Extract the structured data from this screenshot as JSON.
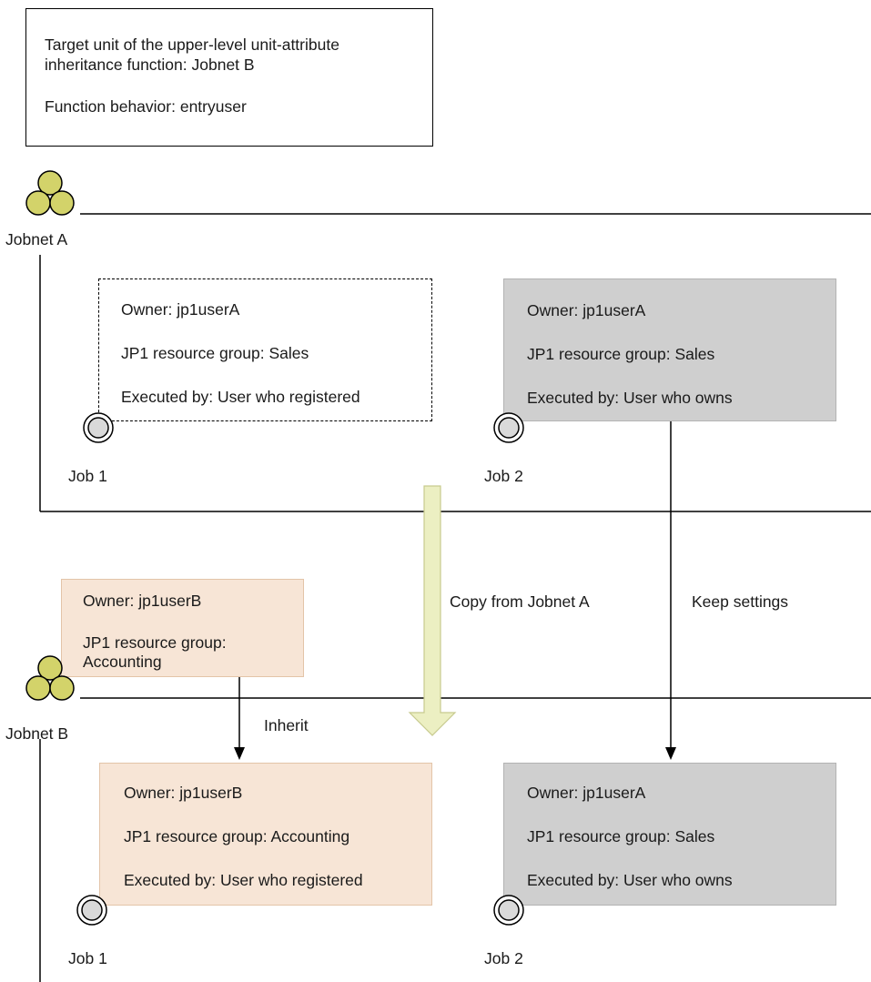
{
  "function_note": {
    "line1": "Target unit of the upper-level unit-attribute",
    "line2": "inheritance function: Jobnet B",
    "line3": "Function behavior: entryuser"
  },
  "jobnet_a": {
    "label": "Jobnet A",
    "job1": {
      "label": "Job 1",
      "owner": "Owner: jp1userA",
      "group": "JP1 resource group: Sales",
      "exec": "Executed by: User who registered"
    },
    "job2": {
      "label": "Job 2",
      "owner": "Owner: jp1userA",
      "group": "JP1 resource group: Sales",
      "exec": "Executed by: User who owns"
    }
  },
  "jobnet_b": {
    "label": "Jobnet B",
    "attrs": {
      "owner": "Owner: jp1userB",
      "group_line1": "JP1 resource group:",
      "group_line2": "Accounting"
    },
    "job1": {
      "label": "Job 1",
      "owner": "Owner: jp1userB",
      "group": "JP1 resource group: Accounting",
      "exec": "Executed by: User who registered"
    },
    "job2": {
      "label": "Job 2",
      "owner": "Owner: jp1userA",
      "group": "JP1 resource group: Sales",
      "exec": "Executed by: User who owns"
    }
  },
  "arrows": {
    "copy": "Copy from Jobnet A",
    "keep": "Keep settings",
    "inherit": "Inherit"
  },
  "colors": {
    "jobnet_icon": "#d3d36a",
    "copy_arrow": "#ecefc2",
    "gray_box": "#cfcfcf",
    "peach_box": "#f7e5d6"
  }
}
